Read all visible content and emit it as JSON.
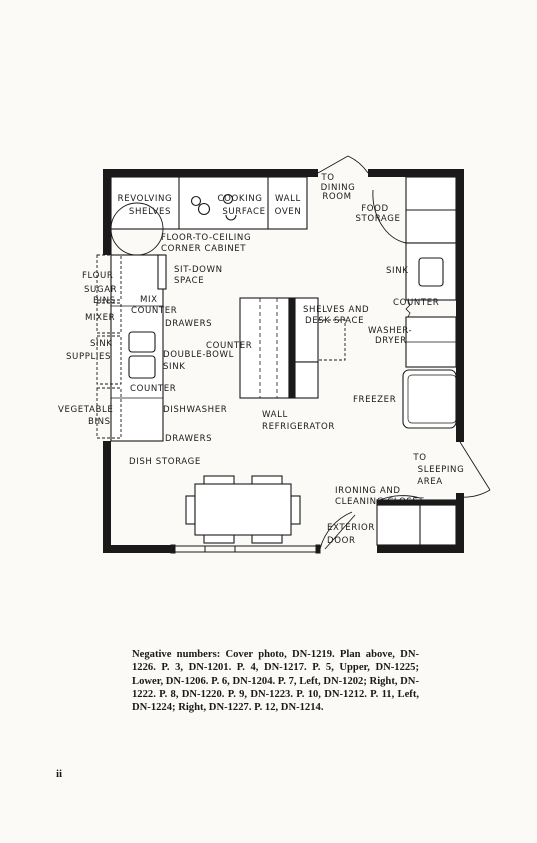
{
  "plan": {
    "labels": {
      "revolving_shelves_1": "REVOLVING",
      "revolving_shelves_2": "SHELVES",
      "cooking_surface_1": "COOKING",
      "cooking_surface_2": "SURFACE",
      "wall_oven_1": "WALL",
      "wall_oven_2": "OVEN",
      "corner_cabinet_1": "FLOOR-TO-CEILING",
      "corner_cabinet_2": "CORNER CABINET",
      "to_dining_room_1": "TO",
      "to_dining_room_2": "DINING",
      "to_dining_room_3": "ROOM",
      "food_storage_1": "FOOD",
      "food_storage_2": "STORAGE",
      "sink_right": "SINK",
      "counter_right": "COUNTER",
      "washer_dryer_1": "WASHER-",
      "washer_dryer_2": "DRYER",
      "freezer": "FREEZER",
      "shelves_desk_1": "SHELVES AND",
      "shelves_desk_2": "DESK SPACE",
      "counter_center": "COUNTER",
      "wall_refrigerator_1": "WALL",
      "wall_refrigerator_2": "REFRIGERATOR",
      "sit_down_1": "SIT-DOWN",
      "sit_down_2": "SPACE",
      "flour": "FLOUR",
      "sugar": "SUGAR",
      "bins": "BINS",
      "mixer": "MIXER",
      "mix_counter_1": "MIX",
      "mix_counter_2": "COUNTER",
      "drawers_top": "DRAWERS",
      "sink_supplies_1": "SINK",
      "sink_supplies_2": "SUPPLIES",
      "double_bowl_1": "DOUBLE-BOWL",
      "double_bowl_2": "SINK",
      "counter_left": "COUNTER",
      "vegetable_bins_1": "VEGETABLE",
      "vegetable_bins_2": "BINS",
      "dishwasher": "DISHWASHER",
      "drawers_bottom": "DRAWERS",
      "dish_storage": "DISH STORAGE",
      "to_sleeping_1": "TO",
      "to_sleeping_2": "SLEEPING",
      "to_sleeping_3": "AREA",
      "ironing_1": "IRONING AND",
      "ironing_2": "CLEANING CLOSET",
      "exterior_door_1": "EXTERIOR",
      "exterior_door_2": "DOOR"
    }
  },
  "caption": "Negative numbers: Cover photo, DN-1219. Plan above, DN-1226. P. 3, DN-1201. P. 4, DN-1217. P. 5, Upper, DN-1225; Lower, DN-1206. P. 6, DN-1204. P. 7, Left, DN-1202; Right, DN-1222. P. 8, DN-1220. P. 9, DN-1223. P. 10, DN-1212. P. 11, Left, DN-1224; Right, DN-1227. P. 12, DN-1214.",
  "page_number": "ii",
  "colors": {
    "ink": "#1a1a1a",
    "paper": "#fbfaf7",
    "fixture_fill": "#ffffff"
  }
}
